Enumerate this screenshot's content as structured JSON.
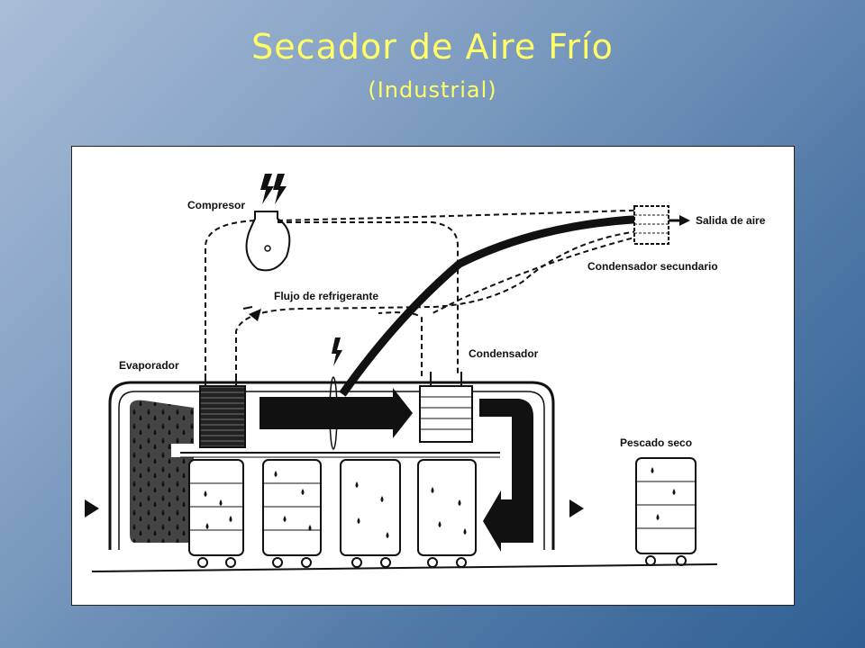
{
  "title": "Secador de Aire Frío",
  "subtitle": "(Industrial)",
  "diagram": {
    "labels": {
      "compresor": "Compresor",
      "salida_aire": "Salida de aire",
      "condensador_secundario": "Condensador secundario",
      "flujo_refrigerante": "Flujo de refrigerante",
      "evaporador": "Evaporador",
      "condensador": "Condensador",
      "pescado_seco": "Pescado seco"
    },
    "icons": [
      "lightning-icon",
      "compressor-icon",
      "expansion-valve-icon",
      "arrow-right-icon"
    ],
    "colors": {
      "line": "#111111",
      "panel": "#ffffff",
      "title": "#ffff66"
    }
  }
}
